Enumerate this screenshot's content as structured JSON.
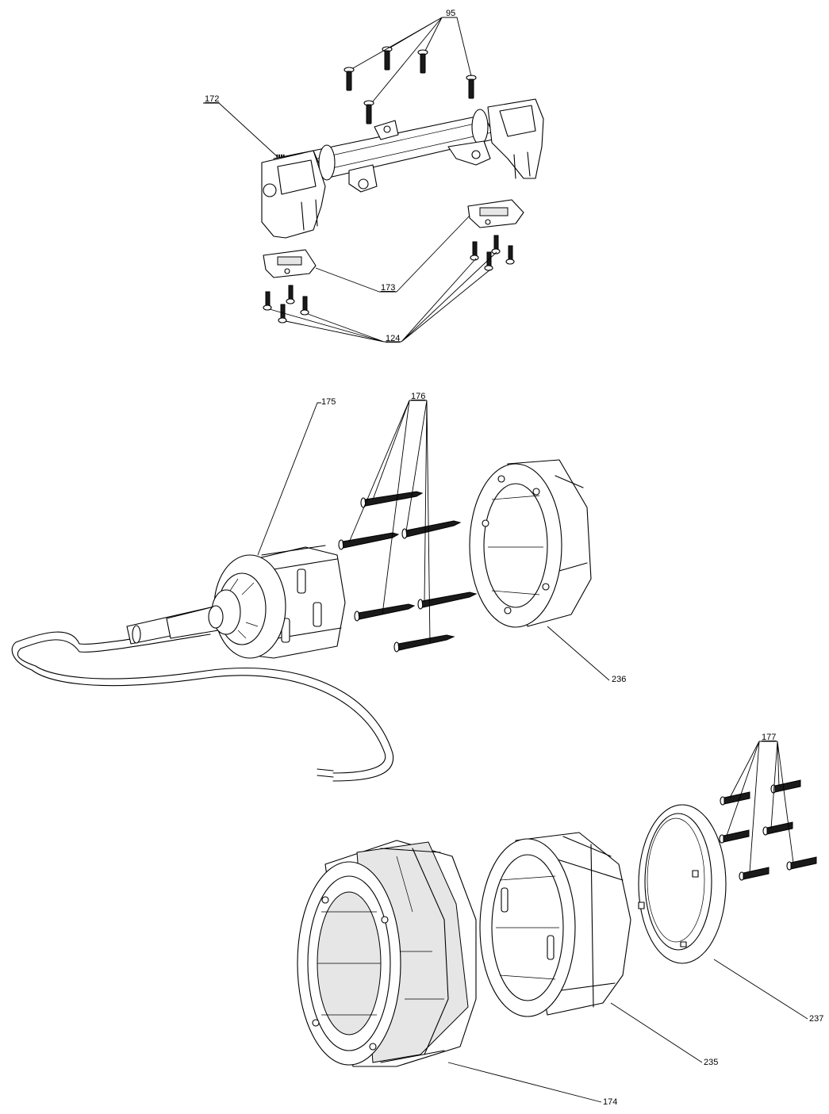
{
  "diagram": {
    "labels": {
      "p95": "95",
      "p172": "172",
      "p173": "173",
      "p124": "124",
      "p175": "175",
      "p176": "176",
      "p236": "236",
      "p177": "177",
      "p237": "237",
      "p235": "235",
      "p174": "174"
    }
  },
  "colors": {
    "line": "#000000",
    "background": "#ffffff",
    "shade": "#e6e6e6"
  }
}
